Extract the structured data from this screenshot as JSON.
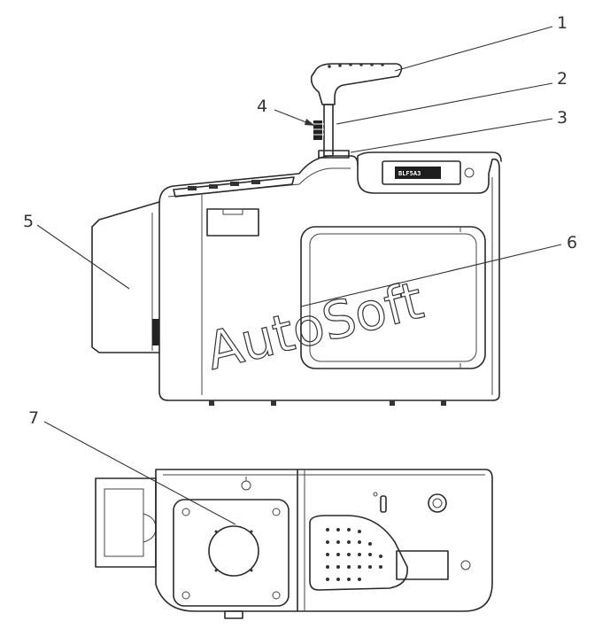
{
  "diagram": {
    "callouts": [
      "1",
      "2",
      "3",
      "4",
      "5",
      "6",
      "7"
    ],
    "watermark": "AutoSoft",
    "panel_label": "BLF5A3"
  },
  "colors": {
    "line": "#2a2a2a",
    "background": "#ffffff"
  }
}
